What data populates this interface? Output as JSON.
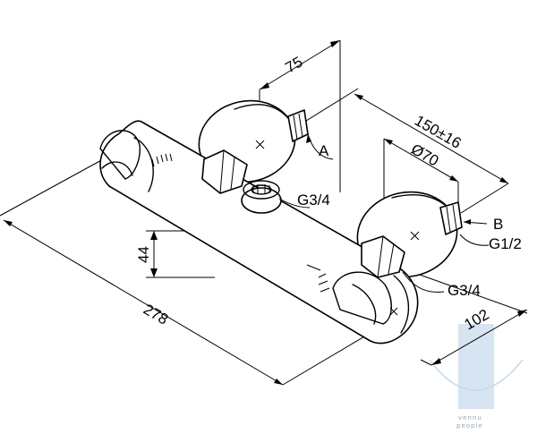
{
  "dimensions": {
    "d75": "75",
    "d150": "150±16",
    "d70": "Ø70",
    "d44": "44",
    "d278": "278",
    "d102": "102"
  },
  "callouts": {
    "a": "A",
    "b": "B",
    "g34_top": "G3/4",
    "g34_bottom": "G3/4",
    "g12": "G1/2"
  },
  "watermark": {
    "line1": "vennu",
    "line2": "people"
  },
  "colors": {
    "line": "#000000",
    "watermark": "#b9c9dc"
  }
}
